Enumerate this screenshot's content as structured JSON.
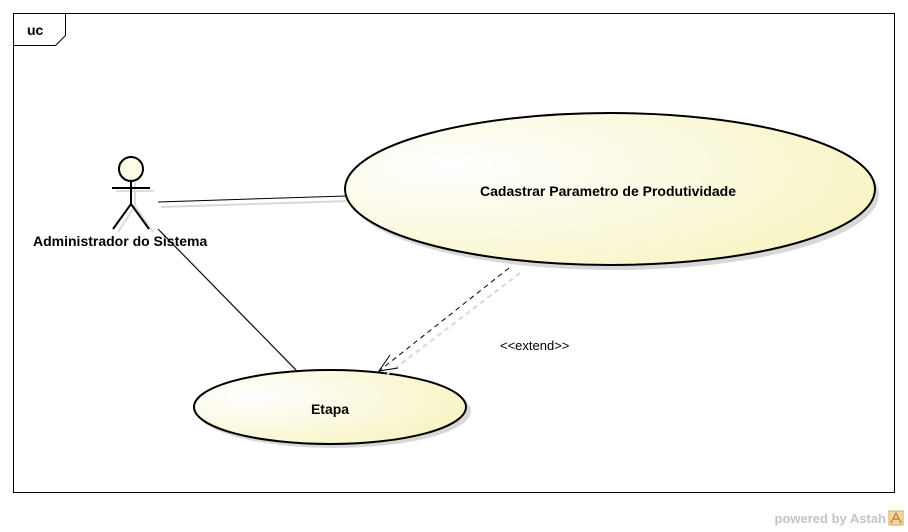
{
  "frame": {
    "label": "uc"
  },
  "actor": {
    "name": "Administrador do Sistema"
  },
  "use_cases": [
    {
      "label": "Cadastrar Parametro de Produtividade"
    },
    {
      "label": "Etapa"
    }
  ],
  "relationship": {
    "stereotype": "<<extend>>"
  },
  "watermark": {
    "text": "powered by Astah"
  },
  "colors": {
    "use_case_fill_light": "#ffffff",
    "use_case_fill_dark": "#f7f3c0",
    "line": "#000000",
    "shadow": "#d8d8d8",
    "watermark": "#c4c4c4"
  }
}
